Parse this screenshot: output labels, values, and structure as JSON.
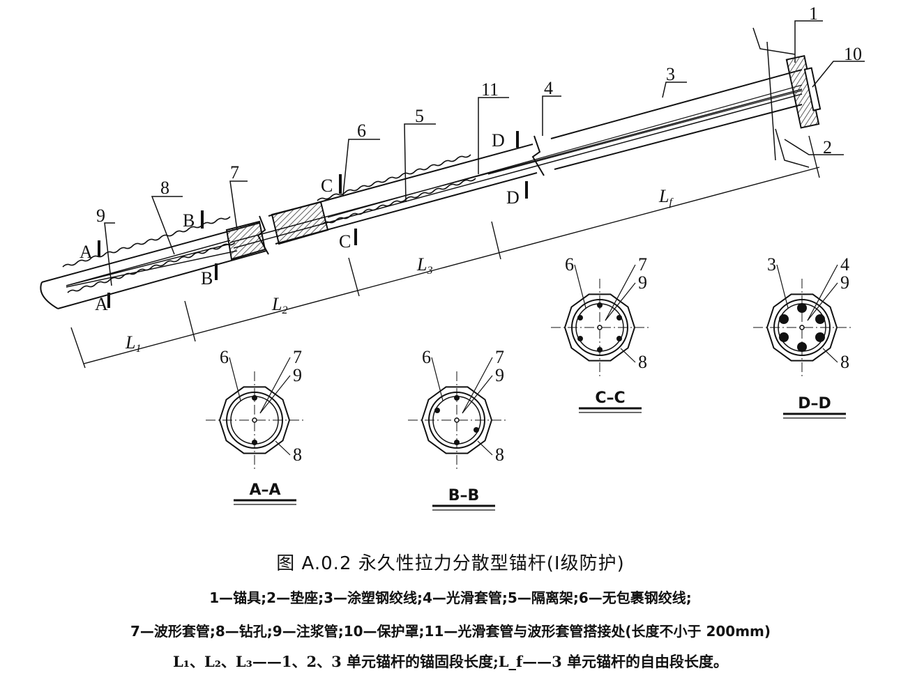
{
  "callouts": {
    "c1": "1",
    "c2": "2",
    "c3": "3",
    "c4": "4",
    "c5": "5",
    "c6": "6",
    "c7": "7",
    "c8": "8",
    "c9": "9",
    "c10": "10",
    "c11": "11"
  },
  "section_marks": {
    "a": "A",
    "b": "B",
    "c": "C",
    "d": "D"
  },
  "dimensions": {
    "l1": "L",
    "l1_sub": "1",
    "l2": "L",
    "l2_sub": "2",
    "l3": "L",
    "l3_sub": "3",
    "lf": "L",
    "lf_sub": "f"
  },
  "sections": [
    {
      "title": "A–A",
      "labels": [
        "6",
        "7",
        "9",
        "8"
      ]
    },
    {
      "title": "B–B",
      "labels": [
        "6",
        "7",
        "9",
        "8"
      ]
    },
    {
      "title": "C–C",
      "labels": [
        "6",
        "7",
        "9",
        "8"
      ]
    },
    {
      "title": "D–D",
      "labels": [
        "3",
        "4",
        "9",
        "8"
      ]
    }
  ],
  "caption": {
    "title": "图 A.0.2  永久性拉力分散型锚杆(Ⅰ级防护)",
    "legend_line1": "1—锚具;2—垫座;3—涂塑钢绞线;4—光滑套管;5—隔离架;6—无包裹钢绞线;",
    "legend_line2": "7—波形套管;8—钻孔;9—注浆管;10—保护罩;11—光滑套管与波形套管搭接处(长度不小于 200mm)",
    "legend_line3": "L₁、L₂、L₃——1、2、3 单元锚杆的锚固段长度;L_f——3 单元锚杆的自由段长度。"
  },
  "colors": {
    "ink": "#111111",
    "hatch": "#333333",
    "background": "#ffffff"
  }
}
